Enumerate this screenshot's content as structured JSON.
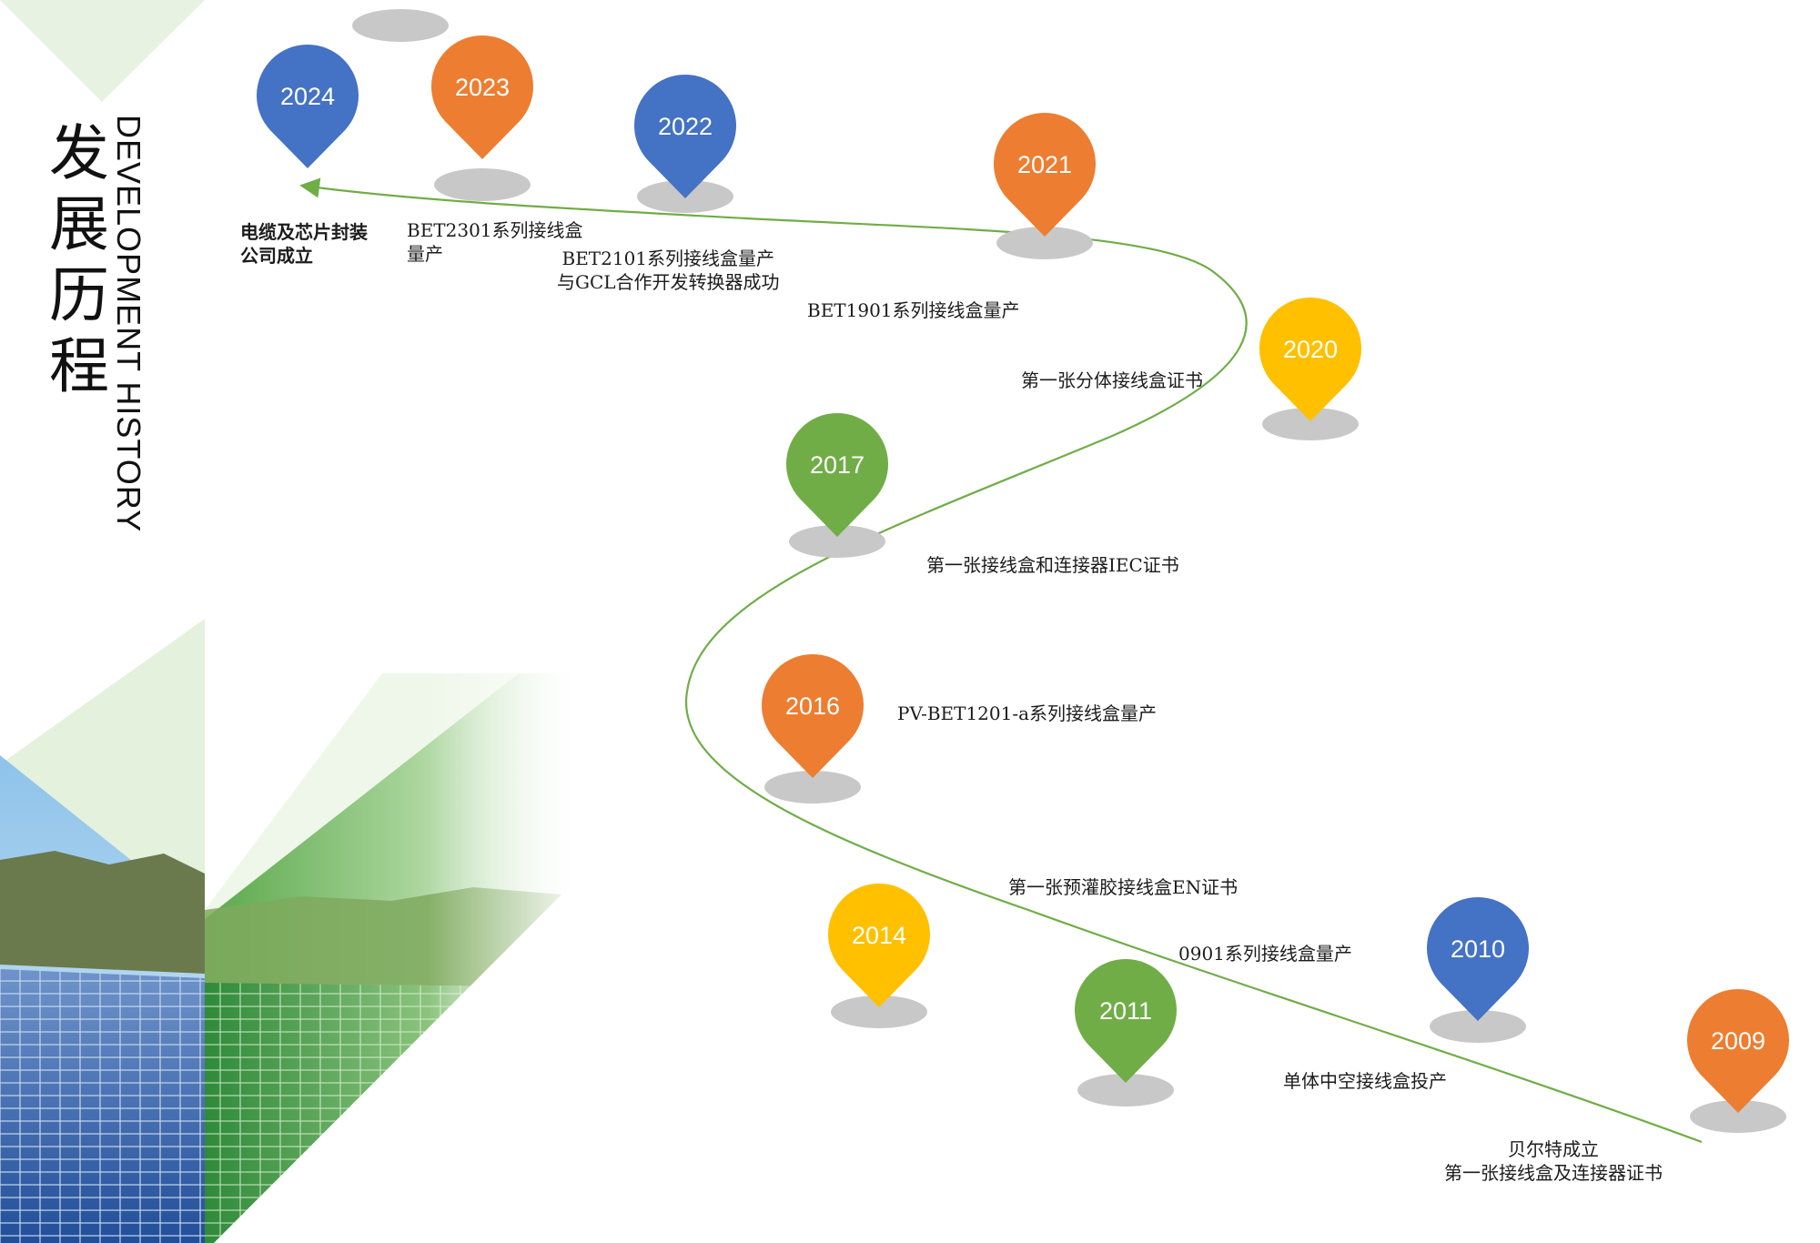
{
  "title": {
    "chinese": [
      "发",
      "展",
      "历",
      "程"
    ],
    "english": "DEVELOPMENT HISTORY"
  },
  "colors": {
    "blue": "#4472c4",
    "orange": "#ed7d31",
    "yellow": "#ffc000",
    "green": "#70ad47",
    "line": "#70ad47",
    "shadow": "#c8c8c8"
  },
  "milestones": [
    {
      "year": "2024",
      "color": "blue"
    },
    {
      "year": "2023",
      "color": "orange"
    },
    {
      "year": "2022",
      "color": "blue"
    },
    {
      "year": "2021",
      "color": "orange"
    },
    {
      "year": "2020",
      "color": "yellow"
    },
    {
      "year": "2017",
      "color": "green"
    },
    {
      "year": "2016",
      "color": "orange"
    },
    {
      "year": "2014",
      "color": "yellow"
    },
    {
      "year": "2011",
      "color": "green"
    },
    {
      "year": "2010",
      "color": "blue"
    },
    {
      "year": "2009",
      "color": "orange"
    }
  ],
  "labels": {
    "l2024": [
      "电缆及芯片封装",
      "公司成立"
    ],
    "l2023": [
      "BET2301系列接线盒",
      "量产"
    ],
    "l2022": [
      "BET2101系列接线盒量产",
      "与GCL合作开发转换器成功"
    ],
    "l2021": [
      "BET1901系列接线盒量产"
    ],
    "l2020": [
      "第一张分体接线盒证书"
    ],
    "l2017": [
      "第一张接线盒和连接器IEC证书"
    ],
    "l2016": [
      "PV-BET1201-a系列接线盒量产"
    ],
    "l2014": [
      "第一张预灌胶接线盒EN证书"
    ],
    "l2011": [
      "0901系列接线盒量产"
    ],
    "l2010": [
      "单体中空接线盒投产"
    ],
    "l2009": [
      "贝尔特成立",
      "第一张接线盒及连接器证书"
    ]
  }
}
